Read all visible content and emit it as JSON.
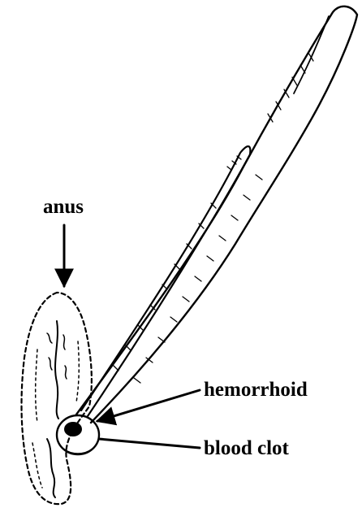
{
  "labels": {
    "anus": "anus",
    "hemorrhoid": "hemorrhoid",
    "blood_clot": "blood clot"
  },
  "colors": {
    "ink": "#000000",
    "background": "#ffffff"
  }
}
